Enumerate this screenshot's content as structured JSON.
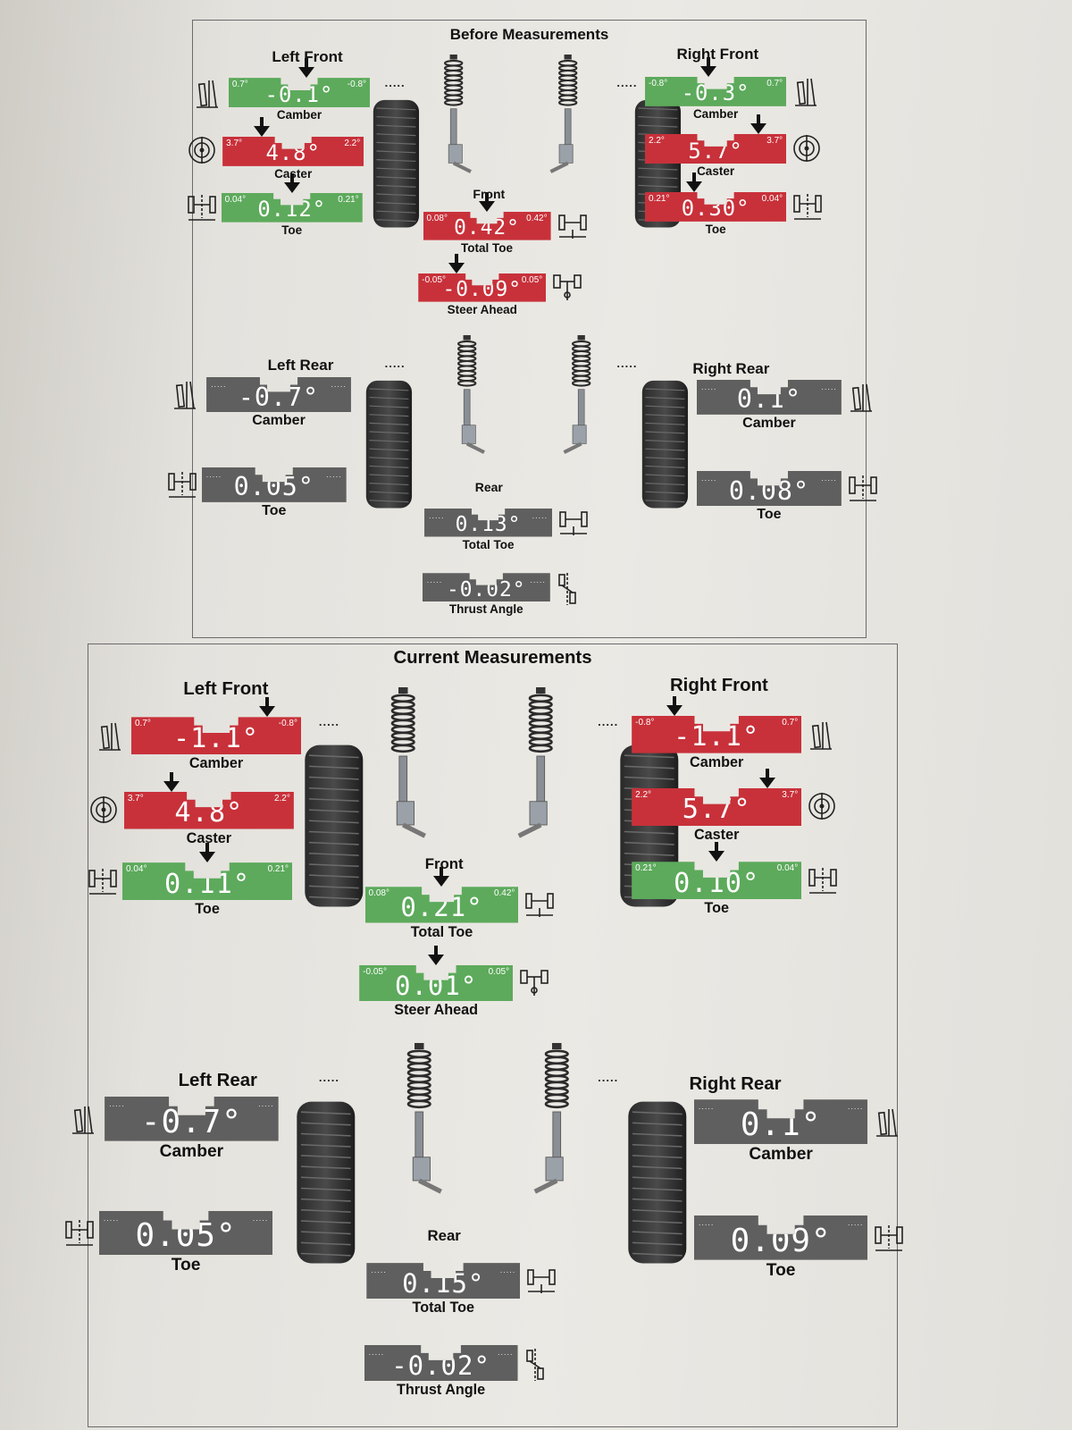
{
  "panels": [
    {
      "title": "Before Measurements",
      "labels": {
        "left_front": "Left Front",
        "right_front": "Right Front",
        "left_rear": "Left Rear",
        "right_rear": "Right Rear",
        "front": "Front",
        "rear": "Rear"
      },
      "gauges": {
        "lf_camber": {
          "value": "-0.1°",
          "caption": "Camber",
          "min": "0.7°",
          "max": "-0.8°",
          "status": "green"
        },
        "lf_caster": {
          "value": "4.8°",
          "caption": "Caster",
          "min": "3.7°",
          "max": "2.2°",
          "status": "red"
        },
        "lf_toe": {
          "value": "0.12°",
          "caption": "Toe",
          "min": "0.04°",
          "max": "0.21°",
          "status": "green"
        },
        "rf_camber": {
          "value": "-0.3°",
          "caption": "Camber",
          "min": "-0.8°",
          "max": "0.7°",
          "status": "green"
        },
        "rf_caster": {
          "value": "5.7°",
          "caption": "Caster",
          "min": "2.2°",
          "max": "3.7°",
          "status": "red"
        },
        "rf_toe": {
          "value": "0.30°",
          "caption": "Toe",
          "min": "0.21°",
          "max": "0.04°",
          "status": "red"
        },
        "front_total_toe": {
          "value": "0.42°",
          "caption": "Total Toe",
          "min": "0.08°",
          "max": "0.42°",
          "status": "red"
        },
        "steer_ahead": {
          "value": "-0.09°",
          "caption": "Steer Ahead",
          "min": "-0.05°",
          "max": "0.05°",
          "status": "red"
        },
        "lr_camber": {
          "value": "-0.7°",
          "caption": "Camber",
          "status": "gray"
        },
        "lr_toe": {
          "value": "0.05°",
          "caption": "Toe",
          "status": "gray"
        },
        "rr_camber": {
          "value": "0.1°",
          "caption": "Camber",
          "status": "gray"
        },
        "rr_toe": {
          "value": "0.08°",
          "caption": "Toe",
          "status": "gray"
        },
        "rear_total_toe": {
          "value": "0.13°",
          "caption": "Total Toe",
          "status": "gray"
        },
        "thrust_angle": {
          "value": "-0.02°",
          "caption": "Thrust Angle",
          "status": "gray"
        }
      }
    },
    {
      "title": "Current Measurements",
      "labels": {
        "left_front": "Left Front",
        "right_front": "Right Front",
        "left_rear": "Left Rear",
        "right_rear": "Right Rear",
        "front": "Front",
        "rear": "Rear"
      },
      "gauges": {
        "lf_camber": {
          "value": "-1.1°",
          "caption": "Camber",
          "min": "0.7°",
          "max": "-0.8°",
          "status": "red"
        },
        "lf_caster": {
          "value": "4.8°",
          "caption": "Caster",
          "min": "3.7°",
          "max": "2.2°",
          "status": "red"
        },
        "lf_toe": {
          "value": "0.11°",
          "caption": "Toe",
          "min": "0.04°",
          "max": "0.21°",
          "status": "green"
        },
        "rf_camber": {
          "value": "-1.1°",
          "caption": "Camber",
          "min": "-0.8°",
          "max": "0.7°",
          "status": "red"
        },
        "rf_caster": {
          "value": "5.7°",
          "caption": "Caster",
          "min": "2.2°",
          "max": "3.7°",
          "status": "red"
        },
        "rf_toe": {
          "value": "0.10°",
          "caption": "Toe",
          "min": "0.21°",
          "max": "0.04°",
          "status": "green"
        },
        "front_total_toe": {
          "value": "0.21°",
          "caption": "Total Toe",
          "min": "0.08°",
          "max": "0.42°",
          "status": "green"
        },
        "steer_ahead": {
          "value": "0.01°",
          "caption": "Steer Ahead",
          "min": "-0.05°",
          "max": "0.05°",
          "status": "green"
        },
        "lr_camber": {
          "value": "-0.7°",
          "caption": "Camber",
          "status": "gray"
        },
        "lr_toe": {
          "value": "0.05°",
          "caption": "Toe",
          "status": "gray"
        },
        "rr_camber": {
          "value": "0.1°",
          "caption": "Camber",
          "status": "gray"
        },
        "rr_toe": {
          "value": "0.09°",
          "caption": "Toe",
          "status": "gray"
        },
        "rear_total_toe": {
          "value": "0.15°",
          "caption": "Total Toe",
          "status": "gray"
        },
        "thrust_angle": {
          "value": "-0.02°",
          "caption": "Thrust Angle",
          "status": "gray"
        }
      }
    }
  ],
  "icons": [
    "camber-icon",
    "caster-icon",
    "toe-icon",
    "total-toe-icon",
    "steer-ahead-icon",
    "thrust-angle-icon",
    "wheel-icon",
    "strut-icon"
  ],
  "colors": {
    "out_of_spec": "#c8313a",
    "in_spec": "#5daa5c",
    "no_spec": "#5f5f5f",
    "ink": "#111111"
  }
}
